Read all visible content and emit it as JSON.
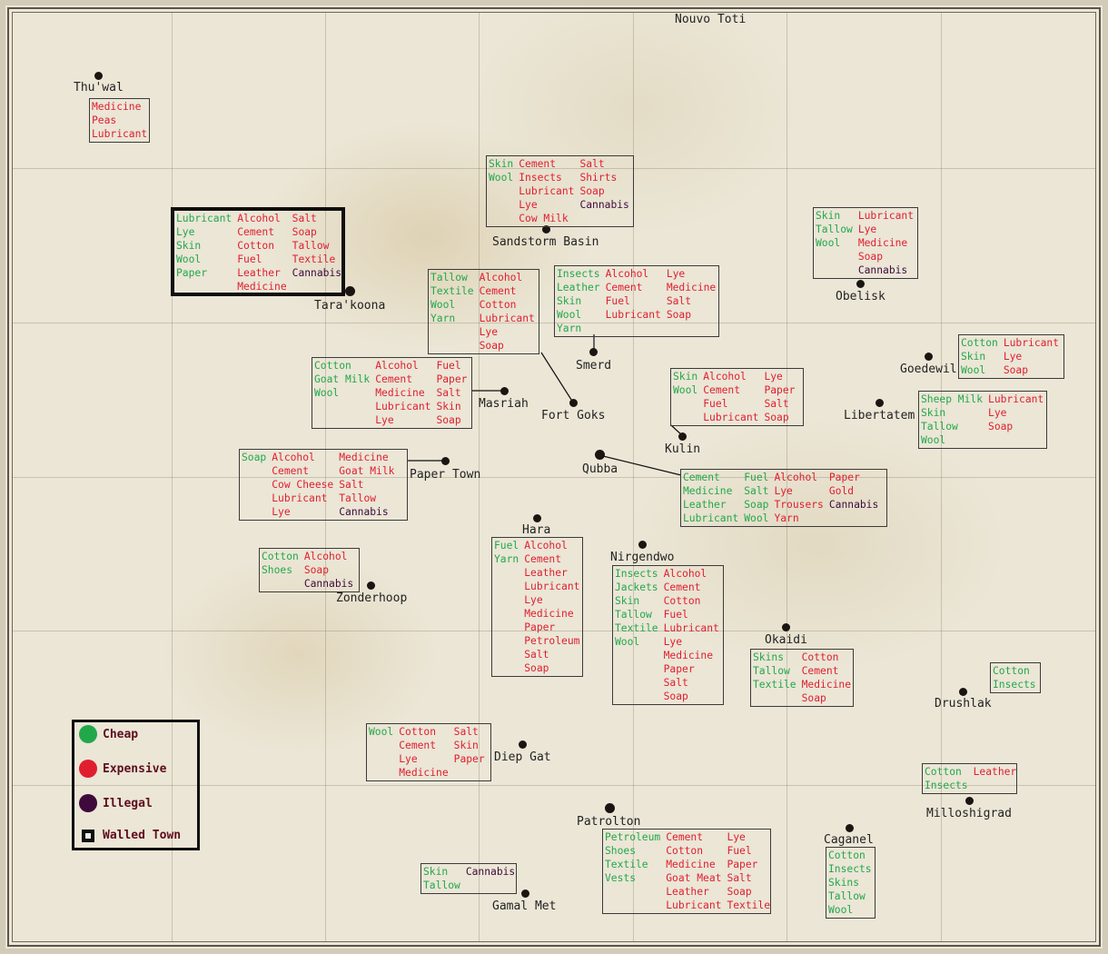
{
  "colors": {
    "cheap": "#22a84a",
    "expensive": "#e01e30",
    "illegal": "#3e0a3c",
    "walled": "#0f0f0f",
    "parchment": "#ebe6d6"
  },
  "legend": {
    "cheap": "Cheap",
    "expensive": "Expensive",
    "illegal": "Illegal",
    "walled": "Walled Town"
  },
  "towns": {
    "nouvo_toti": "Nouvo Toti",
    "thuwal": "Thu'wal",
    "sandstorm_basin": "Sandstorm Basin",
    "tarakoona": "Tara'koona",
    "obelisk": "Obelisk",
    "goedewil": "Goedewil",
    "libertatem": "Libertatem",
    "smerd": "Smerd",
    "masriah": "Masriah",
    "fort_goks": "Fort Goks",
    "kulin": "Kulin",
    "qubba": "Qubba",
    "paper_town": "Paper Town",
    "hara": "Hara",
    "nirgendwo": "Nirgendwo",
    "zonderhoop": "Zonderhoop",
    "okaidi": "Okaidi",
    "drushlak": "Drushlak",
    "diep_gat": "Diep Gat",
    "patrolton": "Patrolton",
    "milloshigrad": "Milloshigrad",
    "caganel": "Caganel",
    "gamal_met": "Gamal Met"
  },
  "markets": {
    "thuwal": {
      "exp": [
        "Medicine",
        "Peas",
        "Lubricant"
      ]
    },
    "sandstorm": {
      "cheap": [
        "Skin",
        "Wool"
      ],
      "exp1": [
        "Cement",
        "Insects",
        "Lubricant",
        "Lye",
        "Cow Milk"
      ],
      "exp2": [
        "Salt",
        "Shirts",
        "Soap"
      ],
      "ill": [
        "Cannabis"
      ]
    },
    "tarakoona": {
      "cheap": [
        "Lubricant",
        "Lye",
        "Skin",
        "Wool",
        "Paper"
      ],
      "exp1": [
        "Alcohol",
        "Cement",
        "Cotton",
        "Fuel",
        "Leather",
        "Medicine"
      ],
      "exp2": [
        "Salt",
        "Soap",
        "Tallow",
        "Textile"
      ],
      "ill": [
        "Cannabis"
      ]
    },
    "obelisk": {
      "cheap": [
        "Skin",
        "Tallow",
        "Wool"
      ],
      "exp": [
        "Lubricant",
        "Lye",
        "Medicine",
        "Soap"
      ],
      "ill": [
        "Cannabis"
      ]
    },
    "goedewil": {
      "cheap": [
        "Cotton",
        "Skin",
        "Wool"
      ],
      "exp": [
        "Lubricant",
        "Lye",
        "Soap"
      ]
    },
    "libertatem": {
      "cheap": [
        "Sheep Milk",
        "Skin",
        "Tallow",
        "Wool"
      ],
      "exp": [
        "Lubricant",
        "Lye",
        "Soap"
      ]
    },
    "smerd": {
      "cheap": [
        "Insects",
        "Leather",
        "Skin",
        "Wool",
        "Yarn"
      ],
      "exp1": [
        "Alcohol",
        "Cement",
        "Fuel",
        "Lubricant"
      ],
      "exp2": [
        "Lye",
        "Medicine",
        "Salt",
        "Soap"
      ]
    },
    "fort_goks": {
      "cheap": [
        "Tallow",
        "Textile",
        "Wool",
        "Yarn"
      ],
      "exp": [
        "Alcohol",
        "Cement",
        "Cotton",
        "Lubricant",
        "Lye",
        "Soap"
      ]
    },
    "masriah": {
      "cheap": [
        "Cotton",
        "Goat Milk",
        "Wool"
      ],
      "exp1": [
        "Alcohol",
        "Cement",
        "Medicine",
        "Lubricant",
        "Lye"
      ],
      "exp2": [
        "Fuel",
        "Paper",
        "Salt",
        "Skin",
        "Soap"
      ]
    },
    "kulin": {
      "cheap": [
        "Skin",
        "Wool"
      ],
      "exp1": [
        "Alcohol",
        "Cement",
        "Fuel",
        "Lubricant"
      ],
      "exp2": [
        "Lye",
        "Paper",
        "Salt",
        "Soap"
      ]
    },
    "paper_town": {
      "cheap": [
        "Soap"
      ],
      "exp1": [
        "Alcohol",
        "Cement",
        "Cow Cheese",
        "Lubricant",
        "Lye"
      ],
      "exp2": [
        "Medicine",
        "Goat Milk",
        "Salt",
        "Tallow"
      ],
      "ill": [
        "Cannabis"
      ]
    },
    "qubba": {
      "cheap1": [
        "Cement",
        "Medicine",
        "Leather",
        "Lubricant"
      ],
      "cheap2": [
        "Fuel",
        "Salt",
        "Soap",
        "Wool"
      ],
      "exp1": [
        "Alcohol",
        "Lye",
        "Trousers",
        "Yarn"
      ],
      "exp2": [
        "Paper",
        "Gold"
      ],
      "ill": [
        "Cannabis"
      ]
    },
    "zonderhoop": {
      "cheap": [
        "Cotton",
        "Shoes"
      ],
      "exp": [
        "Alcohol",
        "Soap"
      ],
      "ill": [
        "Cannabis"
      ]
    },
    "hara": {
      "cheap": [
        "Fuel",
        "Yarn"
      ],
      "exp": [
        "Alcohol",
        "Cement",
        "Leather",
        "Lubricant",
        "Lye",
        "Medicine",
        "Paper",
        "Petroleum",
        "Salt",
        "Soap"
      ]
    },
    "nirgendwo": {
      "cheap": [
        "Insects",
        "Jackets",
        "Skin",
        "Tallow",
        "Textile",
        "Wool"
      ],
      "exp": [
        "Alcohol",
        "Cement",
        "Cotton",
        "Fuel",
        "Lubricant",
        "Lye",
        "Medicine",
        "Paper",
        "Salt",
        "Soap"
      ]
    },
    "okaidi": {
      "cheap": [
        "Skins",
        "Tallow",
        "Textile"
      ],
      "exp": [
        "Cotton",
        "Cement",
        "Medicine",
        "Soap"
      ]
    },
    "drushlak": {
      "cheap": [
        "Cotton",
        "Insects"
      ]
    },
    "diep_gat": {
      "cheap": [
        "Wool"
      ],
      "exp1": [
        "Cotton",
        "Cement",
        "Lye",
        "Medicine"
      ],
      "exp2": [
        "Salt",
        "Skin",
        "Paper"
      ]
    },
    "milloshigrad": {
      "cheap": [
        "Cotton",
        "Insects"
      ],
      "exp": [
        "Leather"
      ]
    },
    "patrolton": {
      "cheap": [
        "Petroleum",
        "Shoes",
        "Textile",
        "Vests"
      ],
      "exp1": [
        "Cement",
        "Cotton",
        "Medicine",
        "Goat Meat",
        "Leather",
        "Lubricant"
      ],
      "exp2": [
        "Lye",
        "Fuel",
        "Paper",
        "Salt",
        "Soap",
        "Textile"
      ]
    },
    "caganel": {
      "cheap": [
        "Cotton",
        "Insects",
        "Skins",
        "Tallow",
        "Wool"
      ]
    },
    "gamal_met": {
      "cheap": [
        "Skin",
        "Tallow"
      ],
      "ill": [
        "Cannabis"
      ]
    }
  }
}
